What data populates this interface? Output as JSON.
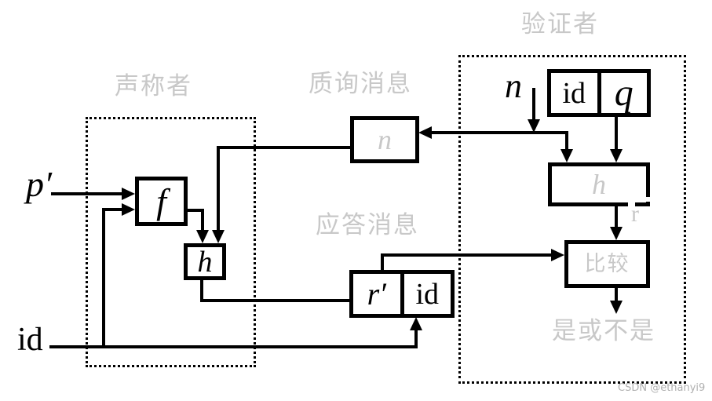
{
  "claimant": {
    "title": "声称者",
    "f_box": "f",
    "h_box": "h"
  },
  "verifier": {
    "title": "验证者",
    "nonce_label": "n",
    "id_cell": "id",
    "q_cell": "q",
    "h_box": "h",
    "r_label": "r",
    "compare_box": "比较",
    "result_label": "是或不是"
  },
  "channel": {
    "challenge_title": "质询消息",
    "challenge_box": "n",
    "response_title": "应答消息",
    "response_r_cell": "r′",
    "response_id_cell": "id"
  },
  "external_inputs": {
    "password": "p′",
    "identity": "id"
  },
  "watermark": "CSDN @ethanyi9",
  "colors": {
    "line": "#000000",
    "muted_label": "#c8c8c8",
    "watermark_text": "#b0b0b0",
    "background": "#ffffff"
  }
}
